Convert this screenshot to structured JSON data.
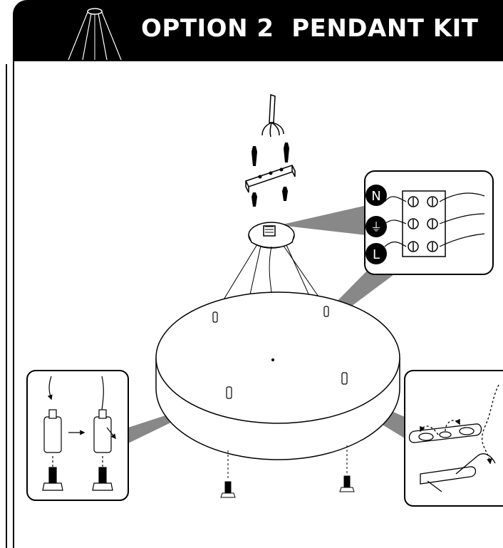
{
  "header": {
    "title": "OPTION 2  PENDANT KIT",
    "icon": "pendant-lamp-icon"
  },
  "terminal_block": {
    "labels": [
      "N",
      "⏚",
      "L"
    ],
    "icon": "ground-symbol-icon"
  },
  "colors": {
    "header_bg": "#000000",
    "header_text": "#ffffff",
    "line": "#000000",
    "callout_fill": "#888888"
  }
}
